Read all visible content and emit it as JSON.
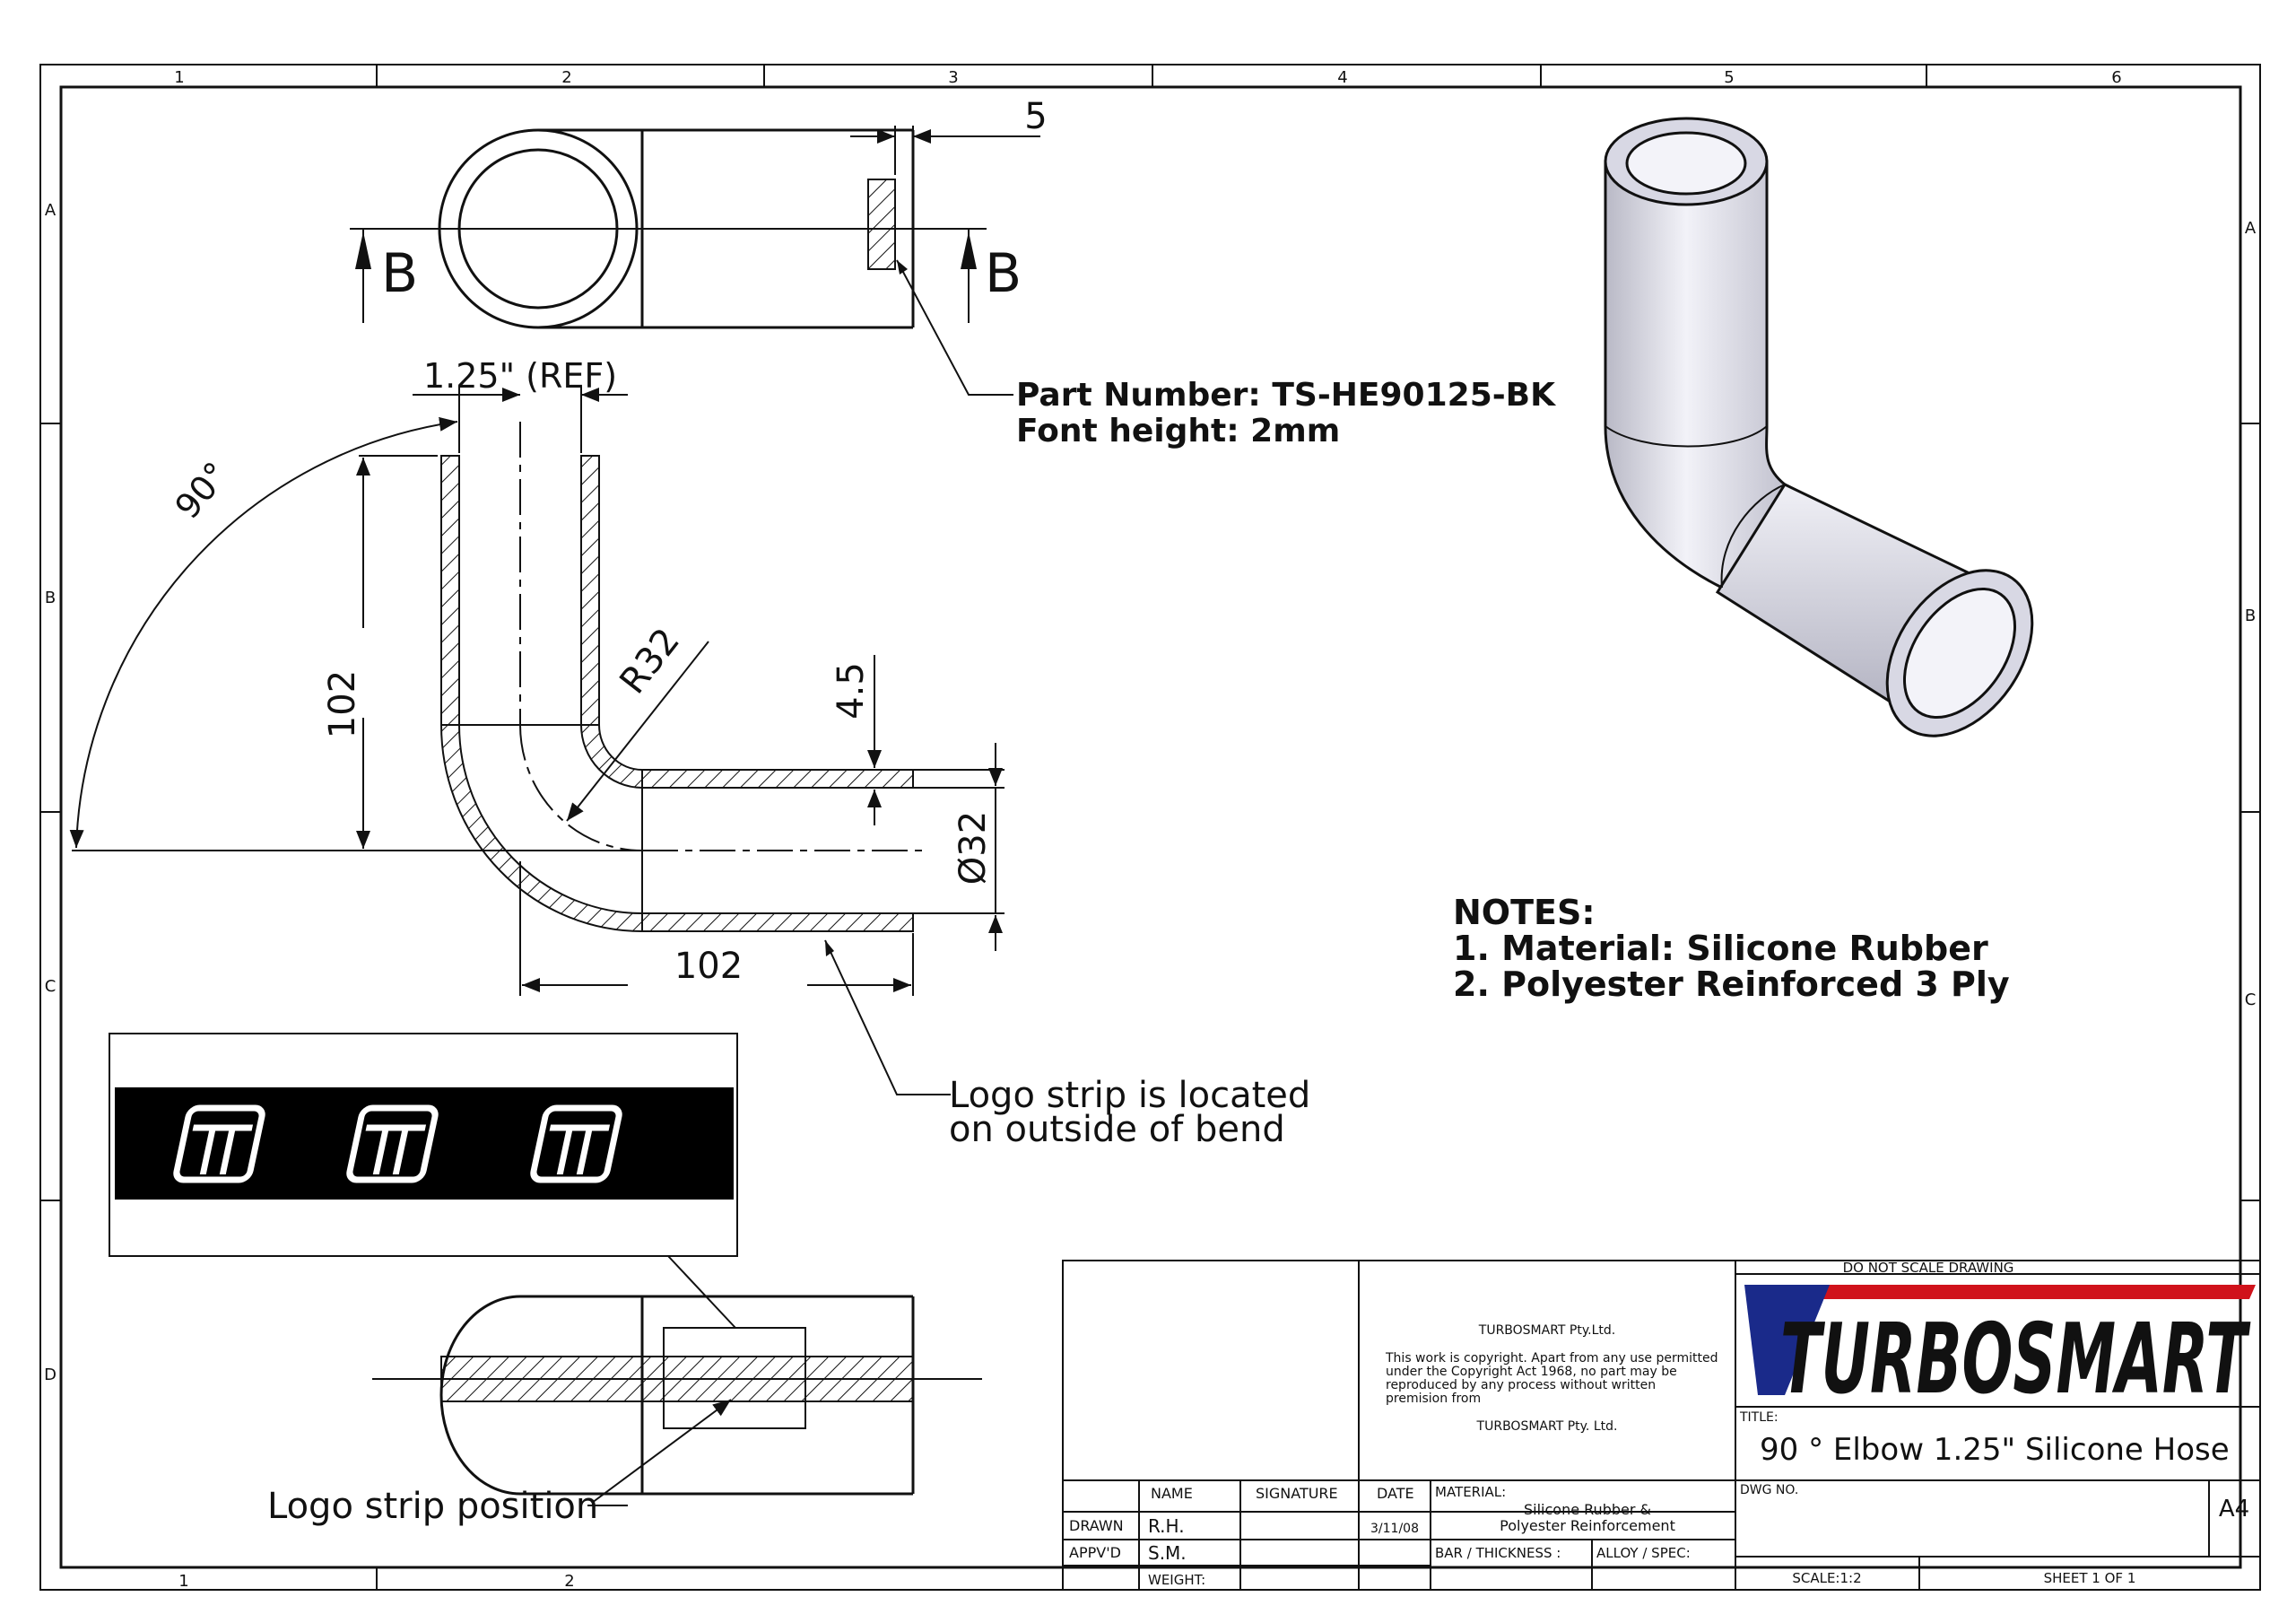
{
  "border": {
    "columns": [
      "1",
      "2",
      "3",
      "4",
      "5",
      "6"
    ],
    "bottom_columns": [
      "1",
      "2"
    ],
    "rows": [
      "A",
      "B",
      "C",
      "D"
    ]
  },
  "section_labels": [
    "B",
    "B"
  ],
  "dimensions": {
    "wall": "5",
    "ref_diameter": "1.25\" (REF)",
    "angle": "90°",
    "vertical_length": "102",
    "horizontal_length": "102",
    "radius": "R32",
    "wall_thickness": "4.5",
    "diameter": "Ø32"
  },
  "callouts": {
    "part_number": "Part Number: TS-HE90125-BK",
    "font_height": "Font height: 2mm",
    "logo_strip_line1": "Logo strip is located",
    "logo_strip_line2": "on outside of bend",
    "logo_position": "Logo strip position"
  },
  "notes": {
    "title": "NOTES:",
    "items": [
      "1. Material: Silicone Rubber",
      "2. Polyester Reinforced 3 Ply"
    ]
  },
  "title_block": {
    "do_not_scale": "DO NOT SCALE DRAWING",
    "logo_text": "TURBOSMART",
    "company": "TURBOSMART Pty.Ltd.",
    "copyright": [
      "This work is copyright. Apart from any use permitted",
      "under the Copyright Act 1968, no part may be",
      "reproduced by any process without written",
      "premision from"
    ],
    "company2": "TURBOSMART Pty. Ltd.",
    "title_label": "TITLE:",
    "title": "90 ° Elbow 1.25\" Silicone Hose",
    "dwg_label": "DWG NO.",
    "size": "A4",
    "name_header": "NAME",
    "signature_header": "SIGNATURE",
    "date_header": "DATE",
    "material_label": "MATERIAL:",
    "material": [
      "Silicone Rubber &",
      "Polyester Reinforcement"
    ],
    "drawn_label": "DRAWN",
    "drawn_name": "R.H.",
    "drawn_date": "3/11/08",
    "appvd_label": "APPV'D",
    "appvd_name": "S.M.",
    "weight_label": "WEIGHT:",
    "bar_label": "BAR / THICKNESS :",
    "alloy_label": "ALLOY / SPEC:",
    "scale": "SCALE:1:2",
    "sheet": "SHEET 1 OF 1"
  },
  "colors": {
    "logo_red": "#d0121b",
    "logo_blue": "#1a2a8a",
    "hose_fill": "#e4e4ee"
  }
}
